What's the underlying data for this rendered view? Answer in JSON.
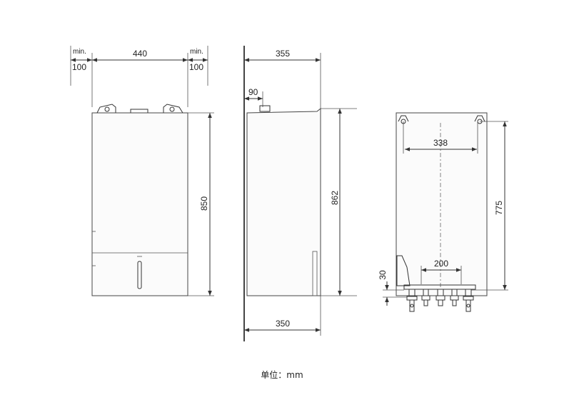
{
  "front_view": {
    "side_clearance_label": "min.",
    "left_clearance": "100",
    "right_clearance": "100",
    "width": "440",
    "height": "850"
  },
  "side_view": {
    "depth_top": "355",
    "offset": "90",
    "height": "862",
    "depth_bottom": "350"
  },
  "rear_view": {
    "hanger_spacing": "338",
    "height": "775",
    "pipe_spacing": "200",
    "pipe_offset": "30"
  },
  "unit_caption": "单位：mm"
}
